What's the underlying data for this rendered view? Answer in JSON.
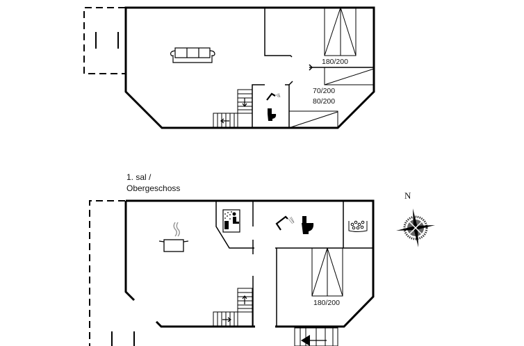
{
  "floors": [
    {
      "name": "ground-floor",
      "rooms": [
        {
          "type": "living-room",
          "icon": "sofa-icon"
        },
        {
          "type": "bedroom",
          "bed_label": "180/200"
        },
        {
          "type": "bedroom",
          "bed_labels": [
            "70/200",
            "80/200"
          ]
        },
        {
          "type": "bathroom",
          "icons": [
            "shower-icon",
            "toilet-icon"
          ]
        }
      ]
    },
    {
      "name": "upper-floor",
      "title_line1": "1. sal /",
      "title_line2": "Obergeschoss",
      "rooms": [
        {
          "type": "kitchen",
          "icon": "cooking-pot-icon"
        },
        {
          "type": "sauna",
          "icon": "sauna-icon"
        },
        {
          "type": "bathroom",
          "icons": [
            "shower-icon",
            "toilet-icon"
          ]
        },
        {
          "type": "whirlpool",
          "icon": "whirlpool-icon"
        },
        {
          "type": "bedroom",
          "bed_label": "180/200"
        }
      ]
    }
  ],
  "compass": {
    "north_label": "N"
  }
}
